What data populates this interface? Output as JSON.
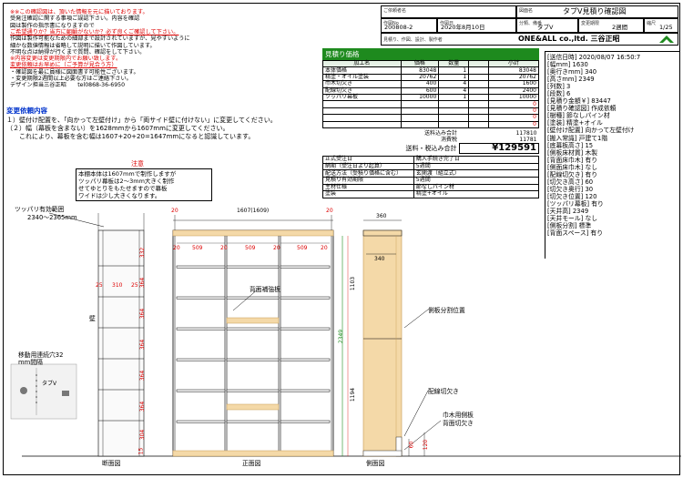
{
  "notes": {
    "lines": [
      {
        "text": "※※この確認図は、頂いた情報を元に描いております。",
        "cls": "red"
      },
      {
        "text": "受発注確認に関する事項ご誤認下さい。内容を確認",
        "cls": ""
      },
      {
        "text": "図は製作の指示書になりますので",
        "cls": ""
      },
      {
        "text": "ご希望通りか？当方に齟齬がないか？必ず良くご確認して下さい。",
        "cls": "red ul"
      },
      {
        "text": "作図は製作可能なための細部まで設計されていますが、見やすいように",
        "cls": ""
      },
      {
        "text": "細かな数値情報は省略して説明に描いて作図しています。",
        "cls": ""
      },
      {
        "text": "不明な点は納得が行くまで質問、確認をして下さい。",
        "cls": ""
      },
      {
        "text": "※内容変更は変更期限内でお願い致します。",
        "cls": "red"
      },
      {
        "text": "変更依頼はお早めに（ご予算が見合う方）",
        "cls": "red ul"
      },
      {
        "text": "・確認図を最に員様に図面書す可能性ございます。",
        "cls": ""
      },
      {
        "text": "・変更期限2週間以上必要な方はご連絡下さい。",
        "cls": ""
      },
      {
        "text": "デザイン担当三谷正昭　　tel0868-36-6950",
        "cls": ""
      }
    ]
  },
  "title_block": {
    "customer_label": "ご依頼者名",
    "customer_value": "",
    "drawing_label": "図面名",
    "drawing_value": "タブV見積り確認図",
    "drawno_label": "作図No",
    "drawno_value": "200808-2",
    "date_label": "作図日",
    "date_value": "2020年8月10日",
    "class_label": "分類、備番",
    "class_value": "タブV",
    "deadline_label": "変更期限",
    "deadline_value": "2週間",
    "scale_label": "縮尺",
    "scale_value": "1/25",
    "company_label": "見積り、作図、設計、製作者",
    "company_value": "ONE&ALL co.,ltd. 三谷正昭"
  },
  "estimate": {
    "title": "見積り価格",
    "headers": [
      "加工名",
      "価格",
      "数量",
      "",
      "小計"
    ],
    "rows": [
      [
        "本体価格",
        "83048",
        "1",
        "",
        "83048"
      ],
      [
        "精塗・オイル塗装",
        "20762",
        "1",
        "",
        "20762"
      ],
      [
        "巾木切欠き",
        "400",
        "4",
        "",
        "1600"
      ],
      [
        "配線切欠き",
        "600",
        "4",
        "",
        "2400"
      ],
      [
        "ツッパリ幕板",
        "10000",
        "1",
        "",
        "10000"
      ],
      [
        "",
        "",
        "",
        "",
        "0"
      ],
      [
        "",
        "",
        "",
        "",
        "0"
      ],
      [
        "",
        "",
        "",
        "",
        "0"
      ],
      [
        "",
        "",
        "",
        "",
        "0"
      ]
    ],
    "subtotal_label": "送料込み合計",
    "subtotal_value": "117810",
    "tax_label": "消費税",
    "tax_value": "11781",
    "total_label": "送料・税込み合計",
    "total_value": "¥129591"
  },
  "order": [
    [
      "正式受注日",
      "購入手続き完了日"
    ],
    [
      "納期（受注日より起算）",
      "5週間"
    ],
    [
      "配送方法（受積り価格に含む）",
      "玄関渡（組立式）"
    ],
    [
      "見積り有効期限",
      "5週間"
    ],
    [
      "主材仕様",
      "節なしパイン材"
    ],
    [
      "塗装",
      "精塗+オイル"
    ]
  ],
  "change_box": {
    "title": "変更依頼内容",
    "lines": [
      "１）壁付け配置を、「向かって左壁付け」から「両サイド壁に付けない」に変更してください。",
      "（２）幅（幕板を含まない）を1628mmから1607mmに変更してください。",
      "　　これにより、幕板を含む幅は1607+20+20=1647mmになると認識しています。"
    ]
  },
  "caution": {
    "title": "注意",
    "lines": [
      "本棚本体は1607mmで制作しますが",
      "ツッパリ幕板は2～3mm大きく制作",
      "せてゆとりをもたせますので幕板",
      "ワイドは少し大きくなります。"
    ]
  },
  "spec": [
    "[送信日時] 2020/08/07 16:50:7",
    "[幅mm] 1630",
    "[奥行きmm] 340",
    "[高さmm] 2349",
    "[列数] 3",
    "[段数] 6",
    "[見積り金額￥] 83447",
    "[見積り確認図] 作成依頼",
    "[樹種] 節なしパイン材",
    "[塗装] 精塗+オイル",
    "[壁付け配置] 向かって左壁付け",
    "[搬入常識] 戸建て1階",
    "[底幕板高さ] 15",
    "[側板床材質] 木製",
    "[背面床巾木] 有り",
    "[側面床巾木] なし",
    "[配線切欠き] 有り",
    "[切欠き高さ] 60",
    "[切欠き奥行] 30",
    "[切欠き位置] 120",
    "[ツッパリ幕板] 有り",
    "[天井高] 2349",
    "[天井モール] なし",
    "[側板分割] 標準",
    "[背面スペース] 有り"
  ],
  "labels": {
    "tsuppari": "ツッパリ有効範囲",
    "tsuppari_range": "2340～2365mm",
    "wall": "壁",
    "hole": "移動用連続穴32",
    "hole2": "mm間隔",
    "section": "断面図",
    "front": "正面図",
    "side": "側面図",
    "back_rein": "背面補強板",
    "side_split": "側板分割位置",
    "wire_notch": "配線切欠き",
    "baseboard1": "巾木用側板",
    "baseboard2": "背面切欠き",
    "photo_caption": "タブV"
  },
  "dims": {
    "top_total": "1607(1609)",
    "side_depth": "360",
    "side_depth2": "340",
    "h_total": "2349",
    "h_upper": "1103",
    "h_lower": "1194",
    "col_inner": "509",
    "side_t": "20",
    "sec_a": "25",
    "sec_b": "310",
    "sec_c": "25",
    "sec_heights": [
      "332",
      "364",
      "364",
      "364",
      "364",
      "364",
      "304"
    ],
    "bottom": "15",
    "notch_h": "60",
    "notch_d": "120"
  },
  "colors": {
    "wood": "#f4d9a8",
    "wood_line": "#c79a52",
    "green": "#1e8a1e",
    "red": "#dd0000"
  }
}
